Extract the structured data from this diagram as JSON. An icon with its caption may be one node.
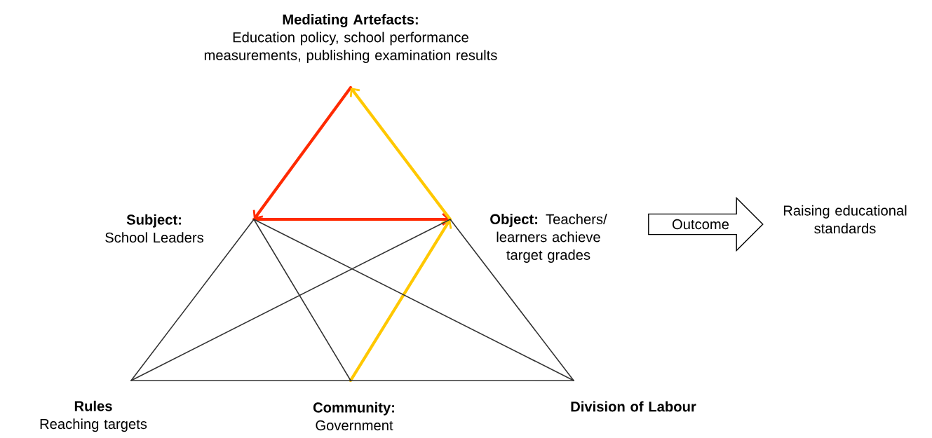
{
  "diagram": {
    "nodes": [
      {
        "text": [
          "Mediating Artefacts:",
          "Education policy, school performance measurements, publishing examination results"
        ]
      },
      {
        "text": [
          "**Subject:** School Leaders"
        ]
      },
      {
        "text": [
          "**Object:** Teachers/ learners achieve target grades"
        ]
      },
      {
        "text": [
          "Outcome"
        ]
      },
      {
        "text": [
          "Raising educational standards"
        ]
      },
      {
        "text": [
          "Rules",
          "Reaching targets"
        ]
      },
      {
        "text": [
          "Community:",
          "Government"
        ]
      },
      {
        "text": [
          "Division of Labour"
        ]
      }
    ],
    "edges": [
      {
        "from": 0,
        "to": 1,
        "arrow": "to",
        "style": "thick",
        "color": "#ff2a00"
      },
      {
        "from": 1,
        "to": 2,
        "arrow": "to",
        "style": "thick",
        "color": "#ff2a00"
      },
      {
        "from": 6,
        "to": 2,
        "arrow": "to",
        "style": "thick",
        "color": "#ffc800"
      },
      {
        "from": 2,
        "to": 0,
        "arrow": "to",
        "style": "thick",
        "color": "#ffc800"
      },
      {
        "from": 1,
        "to": 5,
        "arrow": "none"
      },
      {
        "from": 2,
        "to": 7,
        "arrow": "none"
      },
      {
        "from": 5,
        "to": 6,
        "arrow": "none"
      },
      {
        "from": 6,
        "to": 7,
        "arrow": "none"
      },
      {
        "from": 1,
        "to": 6,
        "arrow": "none"
      },
      {
        "from": 1,
        "to": 7,
        "arrow": "none"
      },
      {
        "from": 5,
        "to": 2,
        "arrow": "none"
      }
    ]
  }
}
